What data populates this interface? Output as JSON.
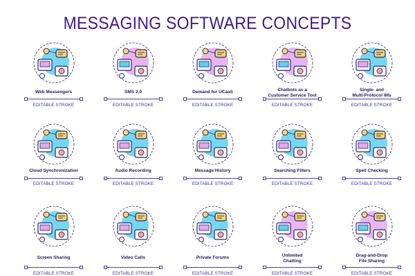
{
  "title": "MESSAGING SOFTWARE CONCEPTS",
  "stroke_label": "EDITABLE STROKE",
  "colors": {
    "title": "#3a1a8c",
    "blue": "#5fd0f0",
    "purple": "#e3a8f0",
    "yellow": "#f7d96b",
    "pink": "#f2a7a0",
    "outline": "#2a2370"
  },
  "items": [
    {
      "label": "Web Messengers",
      "icon": "web-messengers-icon",
      "accent": "#5fd0f0"
    },
    {
      "label": "SMS 2.0",
      "icon": "sms-icon",
      "accent": "#e3a8f0"
    },
    {
      "label": "Demand for UCaaS",
      "icon": "ucaas-icon",
      "accent": "#e3a8f0"
    },
    {
      "label": "Chatbots as a\nCustomer Service Tool",
      "icon": "chatbot-icon",
      "accent": "#e3a8f0"
    },
    {
      "label": "Single- and\nMulti-Protocol IMs",
      "icon": "multi-protocol-icon",
      "accent": "#5fd0f0"
    },
    {
      "label": "Cloud Synchronization",
      "icon": "cloud-sync-icon",
      "accent": "#5fd0f0"
    },
    {
      "label": "Audio Recording",
      "icon": "audio-recording-icon",
      "accent": "#5fd0f0"
    },
    {
      "label": "Message History",
      "icon": "message-history-icon",
      "accent": "#5fd0f0"
    },
    {
      "label": "Searching Filters",
      "icon": "search-filter-icon",
      "accent": "#5fd0f0"
    },
    {
      "label": "Spell Checking",
      "icon": "spell-check-icon",
      "accent": "#5fd0f0"
    },
    {
      "label": "Screen Sharing",
      "icon": "screen-sharing-icon",
      "accent": "#5fd0f0"
    },
    {
      "label": "Video Calls",
      "icon": "video-call-icon",
      "accent": "#5fd0f0"
    },
    {
      "label": "Private Forums",
      "icon": "private-forum-icon",
      "accent": "#5fd0f0"
    },
    {
      "label": "Unlimited\nChatting",
      "icon": "unlimited-chat-icon",
      "accent": "#e3a8f0"
    },
    {
      "label": "Drag-and-Drop\nFile Sharing",
      "icon": "file-sharing-icon",
      "accent": "#e3a8f0"
    }
  ]
}
